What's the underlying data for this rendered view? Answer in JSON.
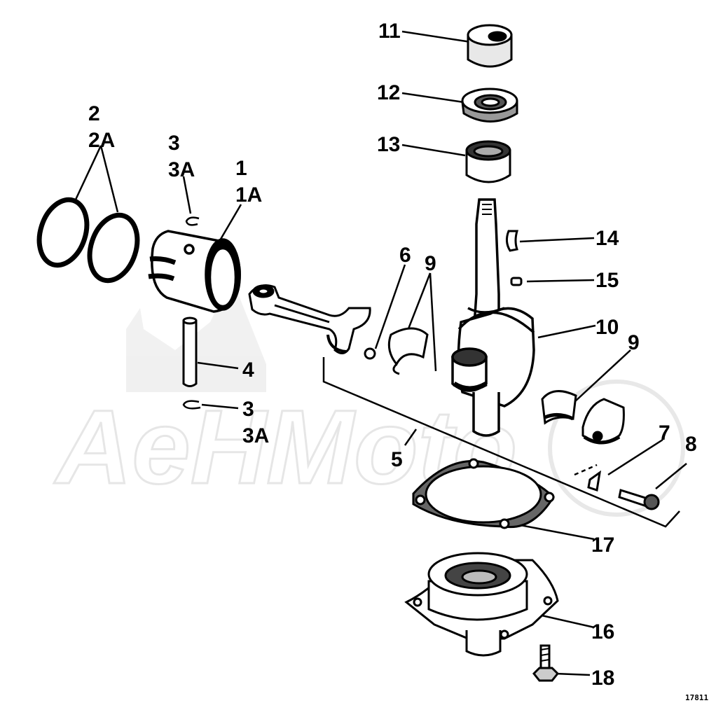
{
  "diagram": {
    "drawing_code": "17811",
    "watermark": "AeHMoto",
    "callouts": [
      {
        "id": "c11",
        "lines": [
          "11"
        ]
      },
      {
        "id": "c12",
        "lines": [
          "12"
        ]
      },
      {
        "id": "c13",
        "lines": [
          "13"
        ]
      },
      {
        "id": "c2",
        "lines": [
          "2",
          "2A"
        ]
      },
      {
        "id": "c3a",
        "lines": [
          "3",
          "3A"
        ]
      },
      {
        "id": "c1",
        "lines": [
          "1",
          "1A"
        ]
      },
      {
        "id": "c6",
        "lines": [
          "6"
        ]
      },
      {
        "id": "c9a",
        "lines": [
          "9"
        ]
      },
      {
        "id": "c14",
        "lines": [
          "14"
        ]
      },
      {
        "id": "c15",
        "lines": [
          "15"
        ]
      },
      {
        "id": "c10",
        "lines": [
          "10"
        ]
      },
      {
        "id": "c9b",
        "lines": [
          "9"
        ]
      },
      {
        "id": "c4",
        "lines": [
          "4"
        ]
      },
      {
        "id": "c3b",
        "lines": [
          "3",
          "3A"
        ]
      },
      {
        "id": "c5",
        "lines": [
          "5"
        ]
      },
      {
        "id": "c7",
        "lines": [
          "7"
        ]
      },
      {
        "id": "c8",
        "lines": [
          "8"
        ]
      },
      {
        "id": "c17",
        "lines": [
          "17"
        ]
      },
      {
        "id": "c16",
        "lines": [
          "16"
        ]
      },
      {
        "id": "c18",
        "lines": [
          "18"
        ]
      }
    ]
  }
}
